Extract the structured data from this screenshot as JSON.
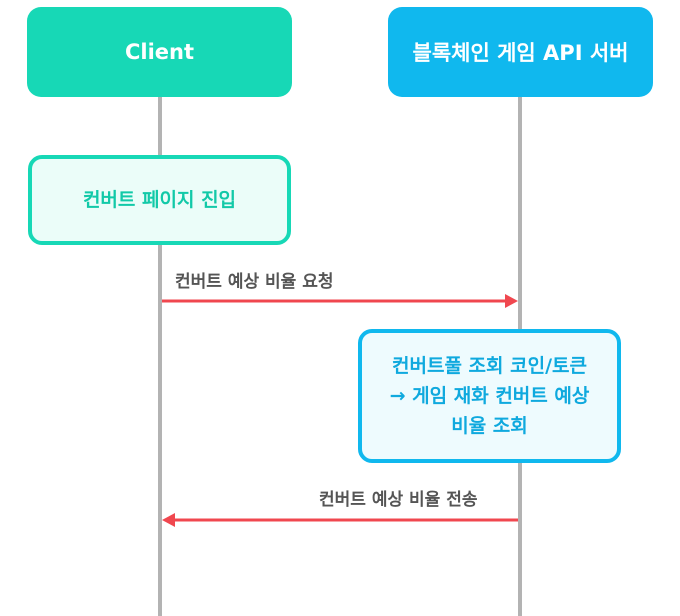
{
  "participants": {
    "client": "Client",
    "server": "블록체인 게임 API 서버"
  },
  "notes": {
    "enter_page": "컨버트 페이지 진입",
    "lookup_line1": "컨버트풀 조회 코인/토큰",
    "lookup_line2": "→ 게임 재화 컨버트 예상",
    "lookup_line3": "비율 조회"
  },
  "messages": {
    "request": "컨버트 예상 비율 요청",
    "response": "컨버트 예상 비율 전송"
  },
  "colors": {
    "client": "#17d8b6",
    "server": "#10b8ee",
    "arrow": "#f0474f",
    "lifeline": "#b3b3b3"
  }
}
